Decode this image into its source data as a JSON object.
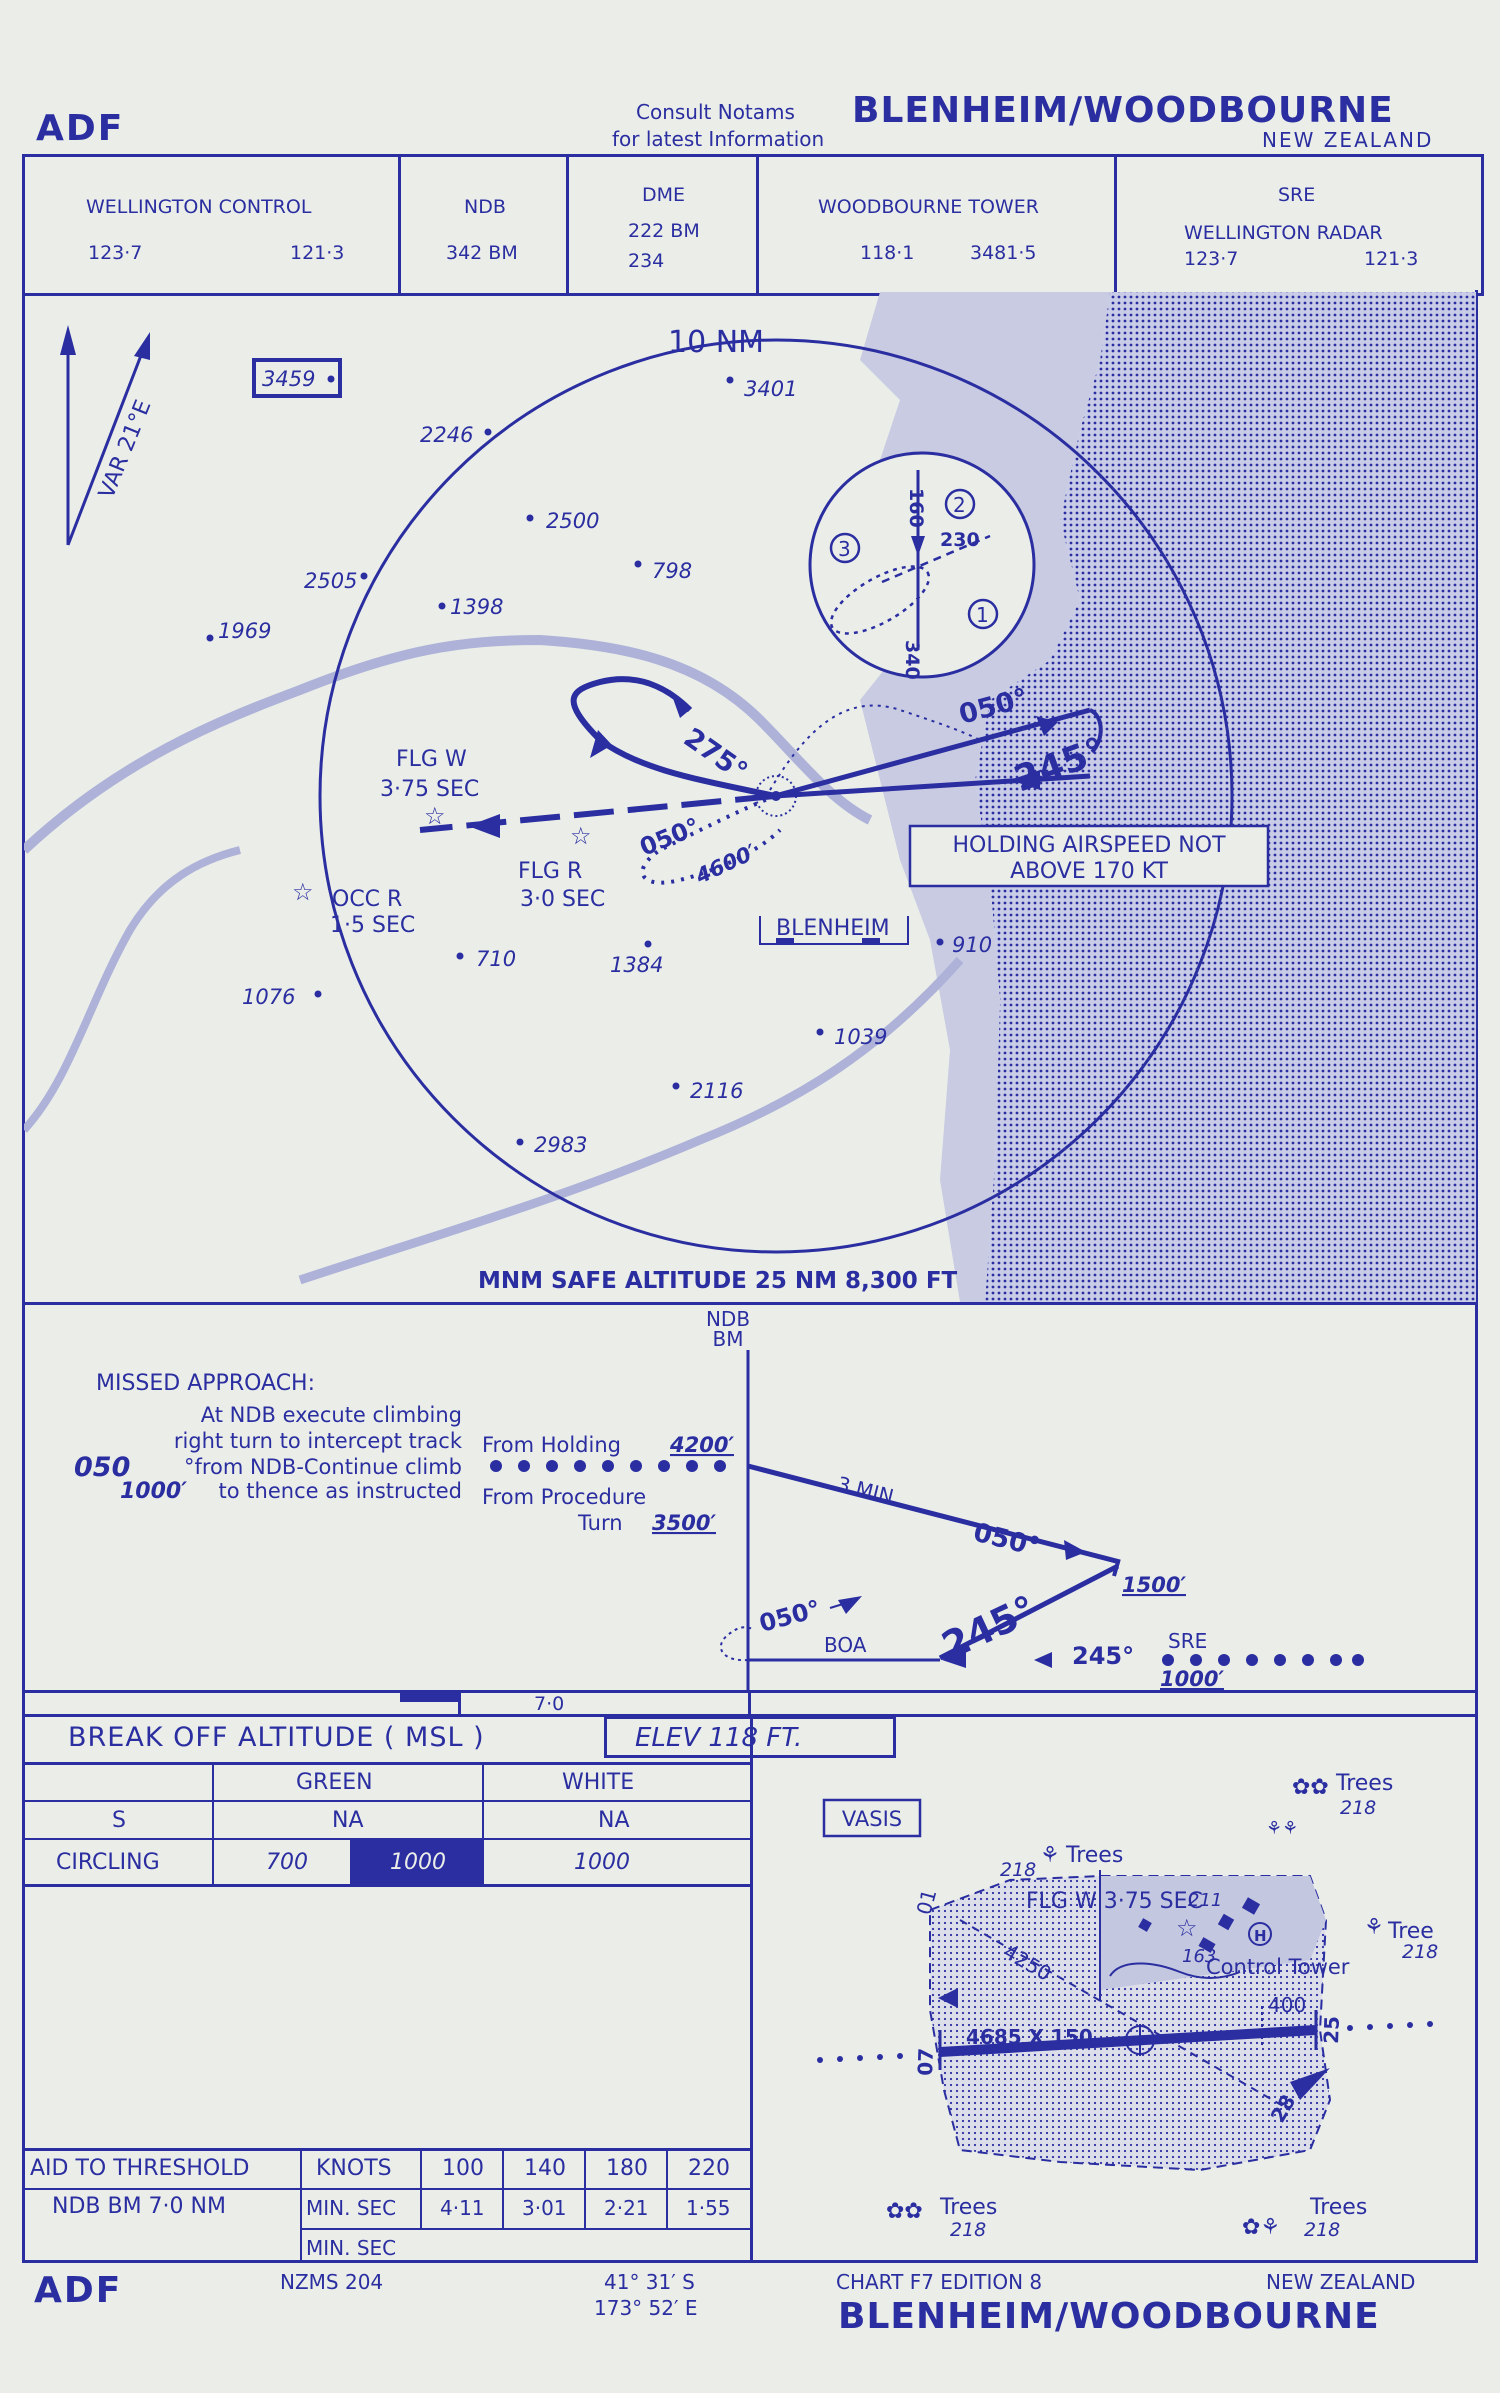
{
  "header": {
    "left_label": "ADF",
    "consult_line1": "Consult   Notams",
    "consult_line2": "for  latest  Information",
    "title": "BLENHEIM/WOODBOURNE",
    "country": "NEW ZEALAND"
  },
  "comms": [
    {
      "name": "WELLINGTON CONTROL",
      "f1": "123·7",
      "f2": "121·3"
    },
    {
      "name": "NDB",
      "f1": "342  BM",
      "f2": ""
    },
    {
      "name": "DME",
      "f1": "222  BM",
      "f2": "234"
    },
    {
      "name": "WOODBOURNE TOWER",
      "f1": "118·1",
      "f2": "3481·5"
    },
    {
      "name": "SRE",
      "sub": "WELLINGTON RADAR",
      "f1": "123·7",
      "f2": "121·3"
    }
  ],
  "plan": {
    "var_label": "VAR  21°E",
    "max_elev_box": "3459",
    "ring_label": "10    NM",
    "spot_heights": [
      "3401",
      "2246",
      "2500",
      "798",
      "2505",
      "1398",
      "1969",
      "710",
      "1384",
      "1076",
      "910",
      "1039",
      "2116",
      "2983"
    ],
    "lights": [
      {
        "name": "FLG W",
        "period": "3·75  SEC"
      },
      {
        "name": "FLG   R",
        "period": "3·0  SEC"
      },
      {
        "name": "OCC  R",
        "period": "1·5  SEC"
      }
    ],
    "tracks": {
      "inbound": "275°",
      "outbound": "050°",
      "inbound_final": "245°",
      "procedure": "050°",
      "procedure_alt": "4600′"
    },
    "holding_tracks": [
      "160",
      "230",
      "340"
    ],
    "holding_entries": [
      "1",
      "2",
      "3"
    ],
    "holding_note_line1": "HOLDING  AIRSPEED  NOT",
    "holding_note_line2": "ABOVE  170   KT",
    "place": "BLENHEIM",
    "msa": "MNM SAFE ALTITUDE 25 NM  8,300 FT"
  },
  "profile": {
    "ndb_label_1": "NDB",
    "ndb_label_2": "BM",
    "missed_title": "MISSED  APPROACH:",
    "missed_lines": [
      "At NDB  execute  climbing",
      "right  turn  to  intercept  track",
      "°from  NDB-Continue  climb",
      "to               thence  as  instructed"
    ],
    "missed_track": "050",
    "missed_alt": "1000′",
    "from_holding": "From  Holding",
    "from_holding_alt": "4200′",
    "from_procedure": "From  Procedure",
    "turn": "Turn",
    "turn_alt": "3500′",
    "three_min": "3 MIN",
    "out_track": "050°",
    "turn_alt_1500": "1500′",
    "track_050": "050°",
    "boa": "BOA",
    "final_245": "245°",
    "final_245_small": "245°",
    "sre": "SRE",
    "sre_alt": "1000′",
    "distance": "7·0"
  },
  "minima": {
    "break_off": "BREAK  OFF  ALTITUDE   (  MSL  )",
    "elev": "ELEV   118     FT.",
    "col_green": "GREEN",
    "col_white": "WHITE",
    "rows": [
      {
        "label": "S",
        "green": "NA",
        "white": "NA"
      },
      {
        "label": "CIRCLING",
        "green_a": "700",
        "green_b": "1000",
        "white": "1000"
      }
    ]
  },
  "aid_table": {
    "title": "AID TO THRESHOLD",
    "knots_label": "KNOTS",
    "speeds": [
      "100",
      "140",
      "180",
      "220"
    ],
    "row_label": "NDB   BM  7·0  NM",
    "min_sec": "MIN. SEC",
    "times": [
      "4·11",
      "3·01",
      "2·21",
      "1·55"
    ],
    "min_sec_2": "MIN. SEC"
  },
  "aerodrome": {
    "vasis": "VASIS",
    "trees": "Trees",
    "tree": "Tree",
    "h218": "218",
    "flg": "FLG W 3·75 SEC",
    "h211": "211",
    "h163": "163",
    "control_tower": "Control Tower",
    "rw_01": "01",
    "rw_07": "07",
    "rw_25": "25",
    "rw_28": "28",
    "len_4250": "4250",
    "len_4685": "4685  X  150",
    "len_400": "400"
  },
  "footer": {
    "left": "ADF",
    "nzms": "NZMS   204",
    "lat": "41° 31′ S",
    "lon": "173° 52′ E",
    "chart": "CHART F7    EDITION  8",
    "country": "NEW  ZEALAND",
    "title": "BLENHEIM/WOODBOURNE"
  },
  "colors": {
    "ink": "#2a2ea0",
    "paper": "#ebeee8",
    "land": "#bcc0de"
  }
}
